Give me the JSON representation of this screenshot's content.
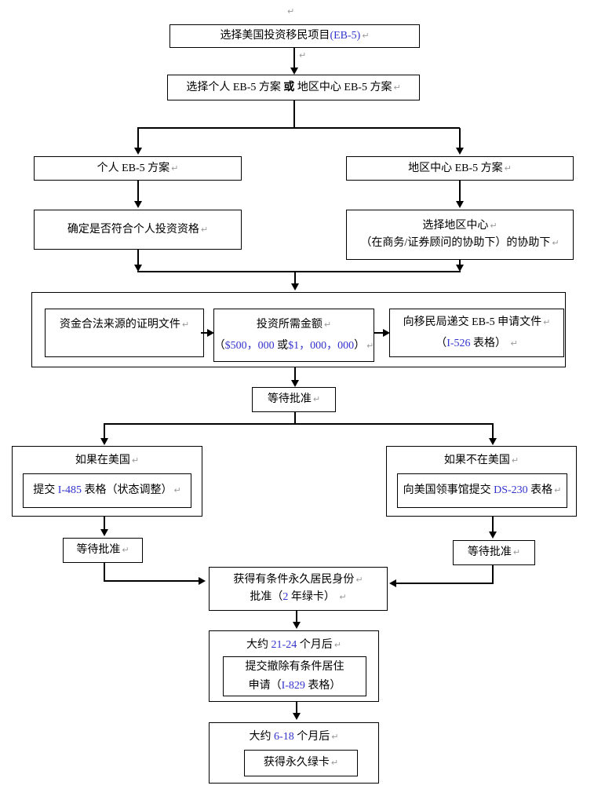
{
  "colors": {
    "accent_blue": "#3232cd",
    "ink": "#000000",
    "pilcrow_gray": "#9a9a9a"
  },
  "marks": {
    "pilcrow": "↵"
  },
  "nodes": {
    "choose_program": {
      "text": "选择美国投资移民项目",
      "tag": "(EB-5)"
    },
    "choose_plan": {
      "pre": "选择个人 EB-5 方案 ",
      "or": "或",
      "post": " 地区中心 EB-5 方案"
    },
    "individual_plan": {
      "text": "个人 EB-5 方案"
    },
    "regional_plan": {
      "text": "地区中心 EB-5 方案"
    },
    "qualify": {
      "text": "确定是否符合个人投资资格"
    },
    "select_center": {
      "line1": "选择地区中心",
      "line2": "（在商务/证券顾问的协助下）的协助下"
    },
    "funds_proof": {
      "text": "资金合法来源的证明文件"
    },
    "amount": {
      "line1": "投资所需金额",
      "open": "（",
      "amt1": "$500，000",
      "mid": " 或",
      "amt2": "$1，000，000",
      "close": "）"
    },
    "file_i526": {
      "line1": "向移民局递交 EB-5 申请文件",
      "open": "（",
      "num": "I-526",
      "post": " 表格） "
    },
    "wait1": {
      "text": "等待批准"
    },
    "in_us": {
      "title": "如果在美国",
      "pre": "提交 ",
      "num": "I-485",
      "post": " 表格（状态调整）"
    },
    "not_in_us": {
      "title": "如果不在美国",
      "pre": "向美国领事馆提交 ",
      "num": "DS-230",
      "post": " 表格"
    },
    "wait2": {
      "text": "等待批准"
    },
    "wait3": {
      "text": "等待批准"
    },
    "conditional": {
      "line1": "获得有条件永久居民身份",
      "pre": "批准（",
      "num": "2",
      "post": " 年绿卡） "
    },
    "remove_conditions": {
      "t_pre": "大约 ",
      "t_num": "21-24",
      "t_post": " 个月后",
      "line1": "提交撤除有条件居住",
      "l2_pre": "申请（",
      "l2_num": "I-829",
      "l2_post": " 表格）"
    },
    "permanent": {
      "t_pre": "大约 ",
      "t_num": "6-18",
      "t_post": " 个月后",
      "inner": "获得永久绿卡"
    }
  }
}
